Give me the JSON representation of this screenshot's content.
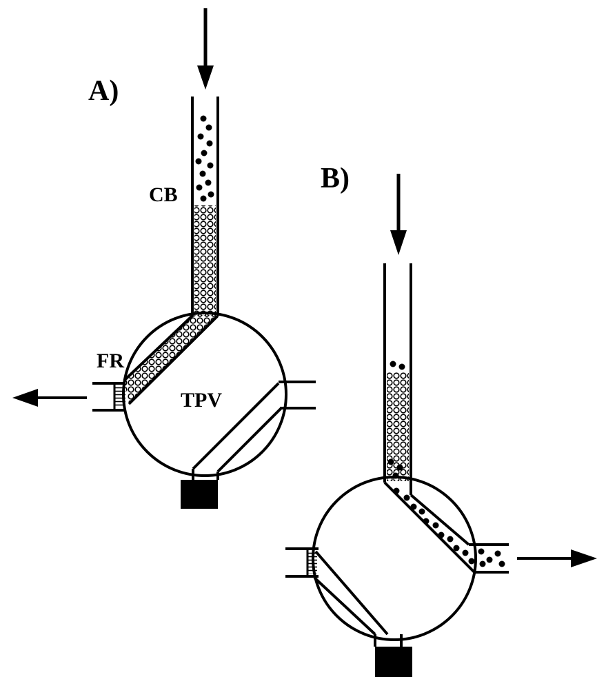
{
  "panels": {
    "a": {
      "label": "A)",
      "column_label": "CB",
      "frit_label": "FR",
      "valve_label": "TPV"
    },
    "b": {
      "label": "B)"
    }
  },
  "colors": {
    "ink": "#000000",
    "background": "#ffffff"
  }
}
